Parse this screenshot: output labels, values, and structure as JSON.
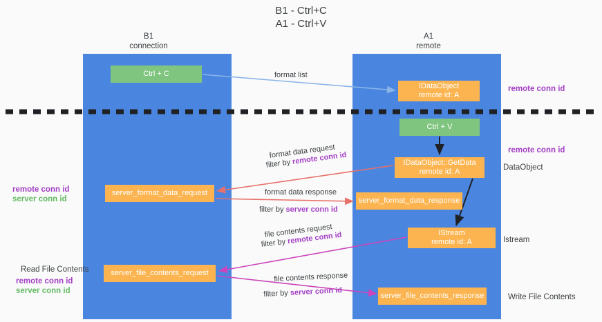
{
  "title": {
    "line1": "B1 - Ctrl+C",
    "line2": "A1 - Ctrl+V"
  },
  "columns": {
    "left": {
      "name": "B1",
      "role": "connection"
    },
    "right": {
      "name": "A1",
      "role": "remote"
    }
  },
  "nodes": {
    "ctrl_c": {
      "label": "Ctrl + C",
      "color": "#7fc47f"
    },
    "idataobject": {
      "label": "IDataObject",
      "sub": "remote id: A",
      "color": "#fbb450"
    },
    "ctrl_v": {
      "label": "Ctrl + V",
      "color": "#7fc47f"
    },
    "getdata": {
      "label": "IDataObject::GetData",
      "sub": "remote id: A",
      "color": "#fbb450"
    },
    "server_format_data_request": {
      "label": "server_format_data_request",
      "color": "#fbb450"
    },
    "server_format_data_response": {
      "label": "server_format_data_response",
      "color": "#fbb450"
    },
    "istream": {
      "label": "IStream",
      "sub": "remote id: A",
      "color": "#fbb450"
    },
    "server_file_contents_request": {
      "label": "server_file_contents_request",
      "color": "#fbb450"
    },
    "server_file_contents_response": {
      "label": "server_file_contents_response",
      "color": "#fbb450"
    }
  },
  "edge_labels": {
    "format_list": "format list",
    "format_data_request": "format data request",
    "format_data_request_filter_prefix": "filter by ",
    "format_data_request_filter_key": "remote conn id",
    "format_data_response": "format data response",
    "format_data_response_filter_prefix": "filter by ",
    "format_data_response_filter_key": "server conn id",
    "file_contents_request": "file contents request",
    "file_contents_request_filter_prefix": "filter by ",
    "file_contents_request_filter_key": "remote conn id",
    "file_contents_response": "file contents response",
    "file_contents_response_filter_prefix": "filter by ",
    "file_contents_response_filter_key": "server conn id"
  },
  "annotations": {
    "right_remote_conn_id_top": "remote conn id",
    "right_remote_conn_id_mid": "remote conn id",
    "dataobject": "DataObject",
    "istream": "Istream",
    "write_file_contents": "Write File Contents",
    "left_remote_conn_id_mid": "remote conn id",
    "left_server_conn_id_mid": "server conn id",
    "read_file_contents": "Read File Contents",
    "left_remote_conn_id_bot": "remote conn id",
    "left_server_conn_id_bot": "server conn id"
  },
  "colors": {
    "lane": "#4a86e0",
    "green_node": "#7fc47f",
    "orange_node": "#fbb450",
    "purple_text": "#a33fc4",
    "green_text": "#63bb63",
    "arrow_blue": "#8ab4e8",
    "arrow_red": "#e8706a",
    "arrow_magenta": "#cc44bb",
    "arrow_black": "#202124",
    "divider": "#202124",
    "background": "#fafafa"
  }
}
